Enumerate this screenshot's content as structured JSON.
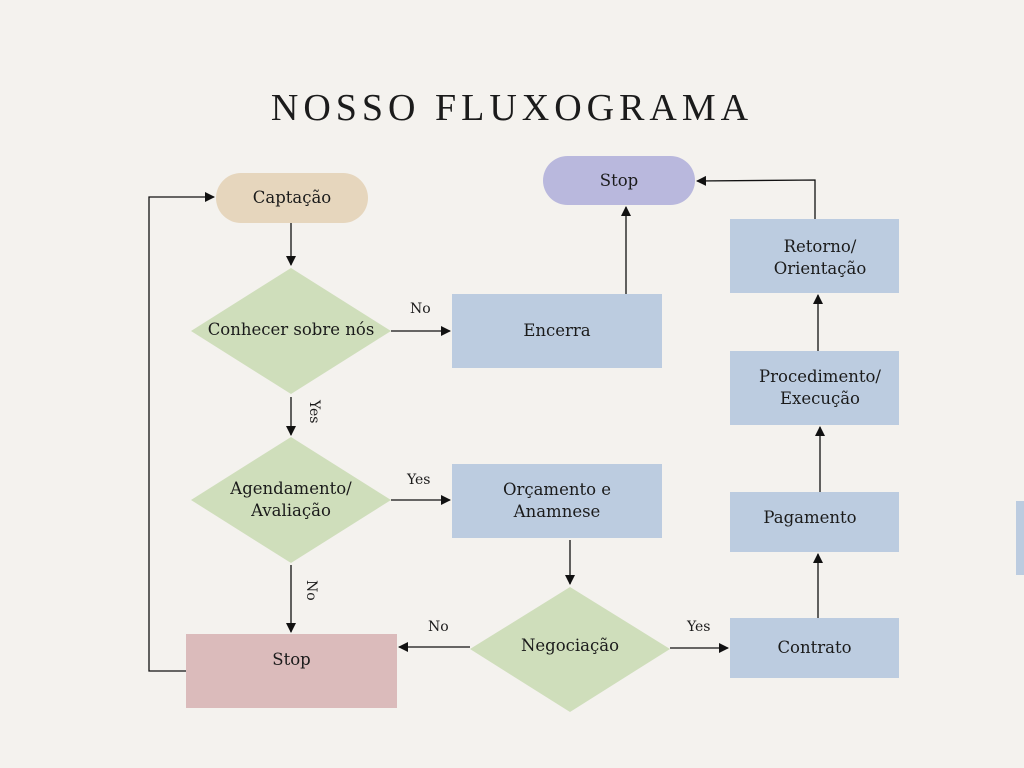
{
  "title": "NOSSO FLUXOGRAMA",
  "colors": {
    "background": "#f4f2ee",
    "process_box": "#bccce0",
    "decision": "#cfdebb",
    "start_terminal": "#e6d6bd",
    "stop_terminal": "#b9b8dd",
    "stop_box": "#dbbbbb",
    "line": "#111111"
  },
  "nodes": {
    "captacao": "Captação",
    "conhecer": "Conhecer sobre nós",
    "agendamento": "Agendamento/ Avaliação",
    "encerra": "Encerra",
    "stop_top": "Stop",
    "orcamento": "Orçamento e Anamnese",
    "negociacao": "Negociação",
    "stop_bottom": "Stop",
    "contrato": "Contrato",
    "pagamento": "Pagamento",
    "procedimento": "Procedimento/ Execução",
    "retorno": "Retorno/ Orientação"
  },
  "edges": {
    "conhecer_no": "No",
    "conhecer_yes": "Yes",
    "agendamento_yes": "Yes",
    "agendamento_no": "No",
    "negociacao_no": "No",
    "negociacao_yes": "Yes"
  }
}
